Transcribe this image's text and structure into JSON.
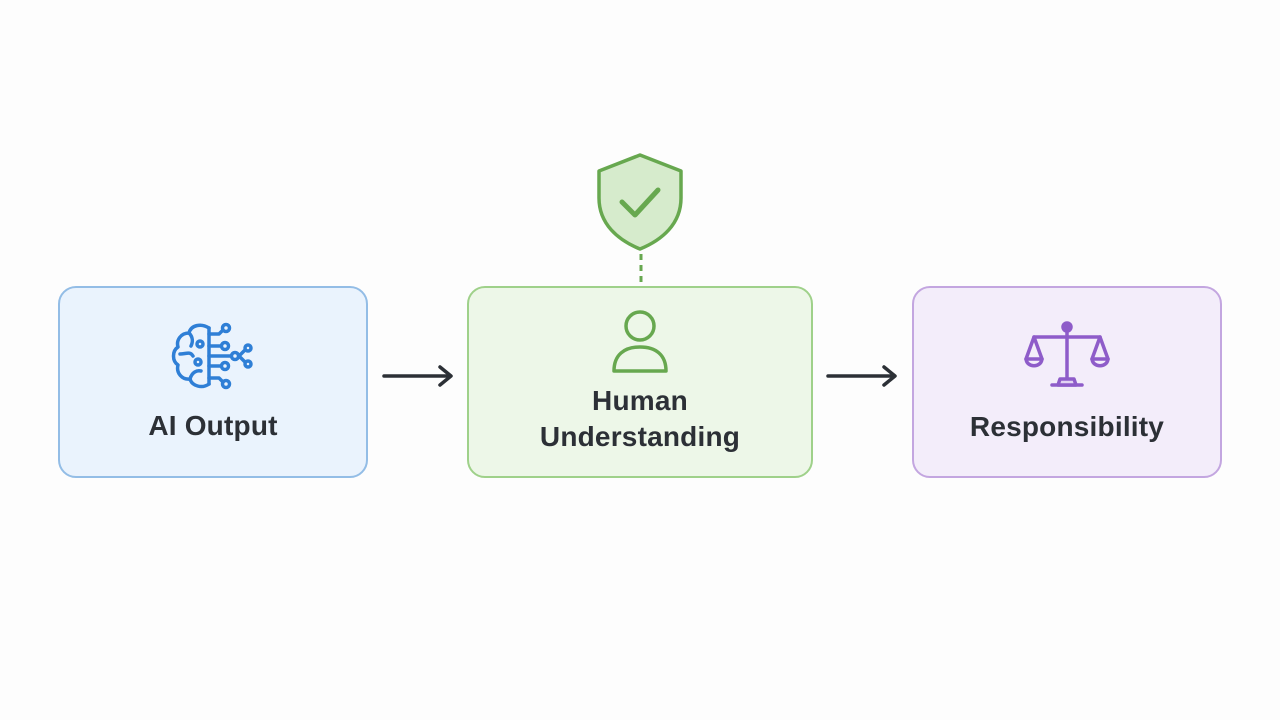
{
  "diagram": {
    "nodes": [
      {
        "id": "ai-output",
        "label": "AI Output",
        "icon": "brain-circuit-icon",
        "color": "#2f7fd6"
      },
      {
        "id": "human-understanding",
        "label": "Human Understanding",
        "icon": "person-icon",
        "color": "#67a84f"
      },
      {
        "id": "responsibility",
        "label": "Responsibility",
        "icon": "scales-icon",
        "color": "#8e5cc9"
      }
    ],
    "badge": {
      "icon": "shield-check-icon",
      "color": "#67a84f"
    },
    "edges": [
      {
        "from": "ai-output",
        "to": "human-understanding"
      },
      {
        "from": "human-understanding",
        "to": "responsibility"
      }
    ]
  }
}
